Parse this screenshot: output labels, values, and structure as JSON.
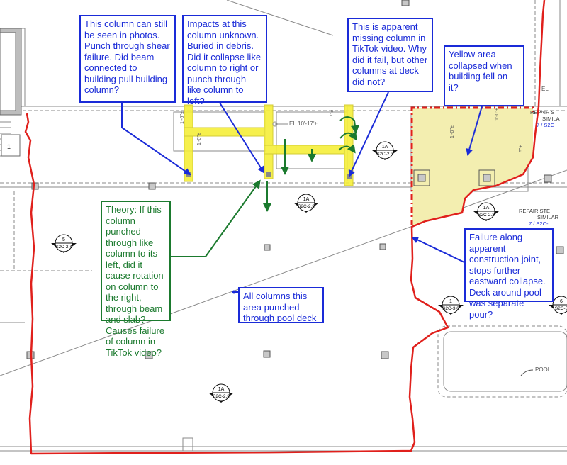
{
  "colors": {
    "blue_annotation": "#1a2bd8",
    "green_annotation": "#1b7a2e",
    "red_outline": "#e0201c",
    "highlight_yellow": "#f6ef3a",
    "collapse_area": "#f3eeb0",
    "dashed_red": "#e0201c"
  },
  "notes": {
    "col_left": "This column can still be seen in photos. Punch through shear failure.  Did beam connected to building pull building column?",
    "col_unknown": "Impacts at this column unknown. Buried in debris. Did it collapse like column to right or punch through like column to left?",
    "tiktok": "This is apparent missing column in TikTok video.  Why did it fail, but other columns at deck did not?",
    "yellow": "Yellow area collapsed when building fell on it?",
    "theory": "Theory: If this column punched through like column to its left, did it cause rotation on column to the right, through beam and slab?  Causes failure of column in TikTok video?",
    "all_columns": "All columns this area punched through pool deck",
    "failure": "Failure along apparent construction joint, stops further eastward collapse. Deck around pool was separate pour?"
  },
  "drawing": {
    "elevation_label": "EL.10'-17'±",
    "el_partial": "EL",
    "dim_labels": [
      "1'-6\"±",
      "1'-0\"±",
      "7\"±",
      "1'-0\"±",
      "1'-0\"±",
      "6\"±"
    ],
    "repair_1": "REPAIR S",
    "repair_1b": "SIMILA",
    "repair_1c": "7 / S2C",
    "repair_2": "REPAIR STE",
    "repair_2b": "SIMILAR",
    "repair_2c": "7 / S2C-",
    "pool_label": "POOL",
    "number_1": "1"
  },
  "section_markers": [
    {
      "id": "1A",
      "ref": "S2C-2.3"
    },
    {
      "id": "1A",
      "ref": "S2C-2.3"
    },
    {
      "id": "1A",
      "ref": "S2C-2.3"
    },
    {
      "id": "5",
      "ref": "S2C-2.4"
    },
    {
      "id": "1A",
      "ref": "S2C-2.3"
    },
    {
      "id": "1",
      "ref": "S2C-3.0"
    },
    {
      "id": "6",
      "ref": "S2C-3"
    }
  ]
}
